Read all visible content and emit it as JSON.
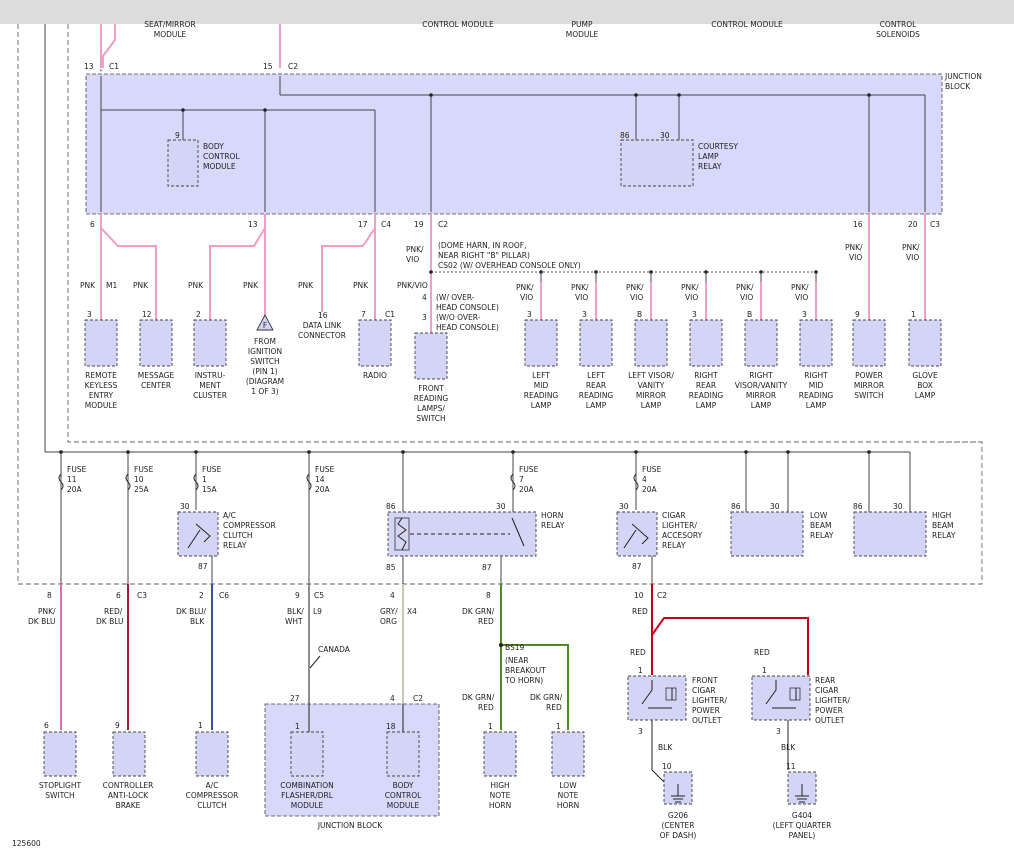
{
  "diagram_id": "125600",
  "header_labels": {
    "seat_mirror": "SEAT/MIRROR",
    "seat_mirror_2": "MODULE",
    "control_module": "CONTROL MODULE",
    "pump": "PUMP",
    "pump_2": "MODULE",
    "control_module_2": "CONTROL MODULE",
    "control": "CONTROL",
    "solenoids": "SOLENOIDS"
  },
  "junction_block": {
    "label_1": "JUNCTION",
    "label_2": "BLOCK"
  },
  "top_pins": {
    "p13": "13",
    "c1": "C1",
    "p15": "15",
    "c2": "C2"
  },
  "bcm_internal": {
    "pin": "9",
    "l1": "BODY",
    "l2": "CONTROL",
    "l3": "MODULE"
  },
  "courtesy_relay": {
    "pin_a": "86",
    "pin_b": "30",
    "l1": "COURTESY",
    "l2": "LAMP",
    "l3": "RELAY"
  },
  "bottom_pins": {
    "p6": "6",
    "p13": "13",
    "p17": "17",
    "c4": "C4",
    "p19": "19",
    "c2": "C2",
    "p16": "16",
    "p20": "20",
    "c3": "C3"
  },
  "wire_labels": {
    "pnk": "PNK",
    "m1": "M1",
    "pnk_vio": "PNK/",
    "vio": "VIO",
    "pnkvio": "PNK/VIO"
  },
  "dome_note": {
    "l1": "(DOME HARN, IN ROOF,",
    "l2": "NEAR RIGHT \"B\" PILLAR)",
    "l3": "CS02 (W/ OVERHEAD CONSOLE ONLY)"
  },
  "overhead_note": {
    "l1": "(W/ OVER-",
    "l2": "HEAD CONSOLE)",
    "l3": "(W/O OVER-",
    "l4": "HEAD CONSOLE)",
    "pin4": "4",
    "pin3": "3"
  },
  "ignition_symbol": {
    "letter": "F",
    "l1": "FROM",
    "l2": "IGNITION",
    "l3": "SWITCH",
    "l4": "(PIN 1)",
    "l5": "(DIAGRAM",
    "l6": "1 OF 3)"
  },
  "data_link": {
    "pin": "16",
    "l1": "DATA LINK",
    "l2": "CONNECTOR"
  },
  "upper_components": [
    {
      "pin": "3",
      "lines": [
        "REMOTE",
        "KEYLESS",
        "ENTRY",
        "MODULE"
      ]
    },
    {
      "pin": "12",
      "lines": [
        "MESSAGE",
        "CENTER"
      ]
    },
    {
      "pin": "2",
      "lines": [
        "INSTRU-",
        "MENT",
        "CLUSTER"
      ]
    },
    {
      "pin": "7",
      "conn": "C1",
      "lines": [
        "RADIO"
      ]
    },
    {
      "pin": "",
      "lines": [
        "FRONT",
        "READING",
        "LAMPS/",
        "SWITCH"
      ]
    },
    {
      "pin": "3",
      "lines": [
        "LEFT",
        "MID",
        "READING",
        "LAMP"
      ]
    },
    {
      "pin": "3",
      "lines": [
        "LEFT",
        "REAR",
        "READING",
        "LAMP"
      ]
    },
    {
      "pin": "B",
      "lines": [
        "LEFT VISOR/",
        "VANITY",
        "MIRROR",
        "LAMP"
      ]
    },
    {
      "pin": "3",
      "lines": [
        "RIGHT",
        "REAR",
        "READING",
        "LAMP"
      ]
    },
    {
      "pin": "B",
      "lines": [
        "RIGHT",
        "VISOR/VANITY",
        "MIRROR",
        "LAMP"
      ]
    },
    {
      "pin": "3",
      "lines": [
        "RIGHT",
        "MID",
        "READING",
        "LAMP"
      ]
    },
    {
      "pin": "9",
      "lines": [
        "POWER",
        "MIRROR",
        "SWITCH"
      ]
    },
    {
      "pin": "1",
      "lines": [
        "GLOVE",
        "BOX",
        "LAMP"
      ]
    }
  ],
  "fuses": [
    {
      "label": "FUSE",
      "num": "11",
      "amp": "20A"
    },
    {
      "label": "FUSE",
      "num": "10",
      "amp": "25A"
    },
    {
      "label": "FUSE",
      "num": "1",
      "amp": "15A"
    },
    {
      "label": "FUSE",
      "num": "14",
      "amp": "20A"
    },
    {
      "label": "FUSE",
      "num": "7",
      "amp": "20A"
    },
    {
      "label": "FUSE",
      "num": "4",
      "amp": "20A"
    }
  ],
  "relays": {
    "ac": {
      "p30": "30",
      "p87": "87",
      "l1": "A/C",
      "l2": "COMPRESSOR",
      "l3": "CLUTCH",
      "l4": "RELAY"
    },
    "horn": {
      "p86": "86",
      "p30": "30",
      "p85": "85",
      "p87": "87",
      "l1": "HORN",
      "l2": "RELAY"
    },
    "cigar": {
      "p30": "30",
      "p87": "87",
      "l1": "CIGAR",
      "l2": "LIGHTER/",
      "l3": "ACCESORY",
      "l4": "RELAY"
    },
    "low": {
      "p86": "86",
      "p30": "30",
      "l1": "LOW",
      "l2": "BEAM",
      "l3": "RELAY"
    },
    "high": {
      "p86": "86",
      "p30": "30",
      "l1": "HIGH",
      "l2": "BEAM",
      "l3": "RELAY"
    }
  },
  "lower_pins": {
    "p8": "8",
    "p6": "6",
    "c3": "C3",
    "p2": "2",
    "c6": "C6",
    "p9": "9",
    "c5": "C5",
    "p4": "4",
    "p8b": "8",
    "p10": "10",
    "c2": "C2"
  },
  "lower_wire_labels": {
    "w1a": "PNK/",
    "w1b": "DK BLU",
    "w2a": "RED/",
    "w2b": "DK BLU",
    "w3a": "DK BLU/",
    "w3b": "BLK",
    "w4a": "BLK/",
    "w4b": "WHT",
    "w4c": "L9",
    "w5a": "GRY/",
    "w5b": "ORG",
    "w5c": "X4",
    "w6a": "DK GRN/",
    "w6b": "RED",
    "w7": "RED",
    "canada": "CANADA",
    "bs19_1": "BS19",
    "bs19_2": "(NEAR",
    "bs19_3": "BREAKOUT",
    "bs19_4": "TO HORN)",
    "hn_a": "DK GRN/",
    "hn_b": "RED",
    "ln_a": "DK GRN/",
    "ln_b": "RED",
    "red1": "RED",
    "red2": "RED",
    "blk1": "BLK",
    "blk2": "BLK"
  },
  "lower_components": {
    "stoplight": {
      "pin": "6",
      "l1": "STOPLIGHT",
      "l2": "SWITCH"
    },
    "abs": {
      "pin": "9",
      "l1": "CONTROLLER",
      "l2": "ANTI-LOCK",
      "l3": "BRAKE"
    },
    "ac_clutch": {
      "pin": "1",
      "l1": "A/C",
      "l2": "COMPRESSOR",
      "l3": "CLUTCH"
    },
    "jb2": {
      "pin27": "27",
      "pin4": "4",
      "c2": "C2",
      "pin1": "1",
      "pin18": "18",
      "cf1": "COMBINATION",
      "cf2": "FLASHER/DRL",
      "cf3": "MODULE",
      "bc1": "BODY",
      "bc2": "CONTROL",
      "bc3": "MODULE",
      "label": "JUNCTION BLOCK"
    },
    "high_horn": {
      "pin": "1",
      "l1": "HIGH",
      "l2": "NOTE",
      "l3": "HORN"
    },
    "low_horn": {
      "pin": "1",
      "l1": "LOW",
      "l2": "NOTE",
      "l3": "HORN"
    },
    "front_cigar": {
      "pin_top": "1",
      "pin_bot": "3",
      "l1": "FRONT",
      "l2": "CIGAR",
      "l3": "LIGHTER/",
      "l4": "POWER",
      "l5": "OUTLET"
    },
    "rear_cigar": {
      "pin_top": "1",
      "pin_bot": "3",
      "l1": "REAR",
      "l2": "CIGAR",
      "l3": "LIGHTER/",
      "l4": "POWER",
      "l5": "OUTLET"
    },
    "g206": {
      "pin": "10",
      "l1": "G206",
      "l2": "(CENTER",
      "l3": "OF DASH)"
    },
    "g404": {
      "pin": "11",
      "l1": "G404",
      "l2": "(LEFT QUARTER",
      "l3": "PANEL)"
    }
  }
}
